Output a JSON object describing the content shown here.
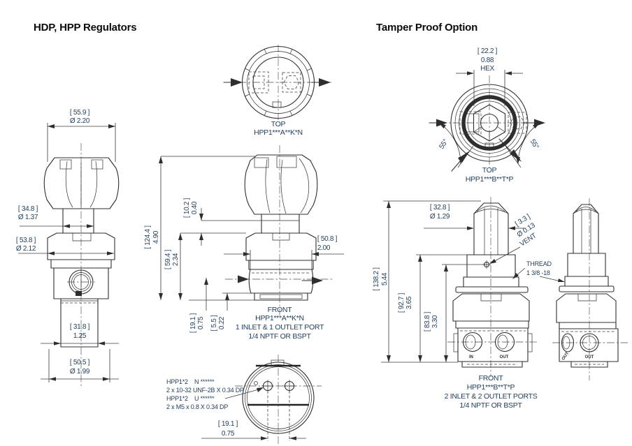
{
  "titles": {
    "left": "HDP, HPP Regulators",
    "right": "Tamper Proof Option"
  },
  "hdp": {
    "side": {
      "dim_knob_od": {
        "mm": "[ 55.9 ]",
        "in": "Ø 2.20"
      },
      "dim_neck_od": {
        "mm": "[ 34.8 ]",
        "in": "Ø 1.37"
      },
      "dim_bonnet_od": {
        "mm": "[ 53.8 ]",
        "in": "Ø 2.12"
      },
      "dim_body_w": {
        "mm": "[ 31.8 ]",
        "in": "1.25"
      },
      "dim_base_od": {
        "mm": "[ 50.5 ]",
        "in": "Ø 1.99"
      }
    },
    "top": {
      "view_label": "TOP",
      "model": "HPP1***A**K*N"
    },
    "front": {
      "dim_height": {
        "mm": "[ 124.4 ]",
        "in": "4.90"
      },
      "dim_bonnet_h": {
        "mm": "[ 59.4 ]",
        "in": "2.34"
      },
      "dim_neck_h": {
        "mm": "[ 10.2 ]",
        "in": "0.40"
      },
      "dim_body_od": {
        "mm": "[ 50.8 ]",
        "in": "2.00"
      },
      "dim_port_h": {
        "mm": "[ 19.1 ]",
        "in": "0.75"
      },
      "dim_vent_h": {
        "mm": "[ 5.5 ]",
        "in": "0.22"
      },
      "view_label": "FRONT",
      "model": "HPP1***A**K*N",
      "ports_note": "1 INLET & 1 OUTLET PORT",
      "thread_note": "1/4 NPTF OR BSPT"
    },
    "bottom": {
      "callout_line1": "HPP1*2    N ******",
      "callout_line2": "2 x 10-32 UNF-2B X 0.34 DP",
      "callout_line3": "HPP1*2    U ******",
      "callout_line4": "2 x M5 x 0.8 X 0.34 DP",
      "dim_hole_span": {
        "mm": "[ 19.1 ]",
        "in": "0.75"
      }
    }
  },
  "tamper": {
    "top": {
      "dim_hex": {
        "mm": "[ 22.2 ]",
        "in": "0.88",
        "note": "HEX"
      },
      "angle_left": "55°",
      "angle_right": "55°",
      "view_label": "TOP",
      "model": "HPP1***B**T*P"
    },
    "front": {
      "dim_stem_od": {
        "mm": "[ 32.8 ]",
        "in": "Ø 1.29"
      },
      "vent": {
        "mm": "[ 3.3 ]",
        "in": "Ø 0.13",
        "label": "VENT"
      },
      "thread": {
        "label": "THREAD",
        "size": "1 3/8 -18"
      },
      "dim_height": {
        "mm": "[ 138.2 ]",
        "in": "5.44"
      },
      "dim_cyl_h": {
        "mm": "[ 92.7 ]",
        "in": "3.65"
      },
      "dim_vent_c": {
        "mm": "[ 83.8 ]",
        "in": "3.30"
      },
      "port_in": "IN",
      "port_out": "OUT",
      "view_label": "FRONT",
      "model": "HPP1***B**T*P",
      "ports_note": "2 INLET & 2 OUTLET PORTS",
      "thread_note": "1/4 NPTF OR BSPT"
    },
    "side": {
      "port_left": "OUT",
      "port_front": "OUT"
    }
  }
}
